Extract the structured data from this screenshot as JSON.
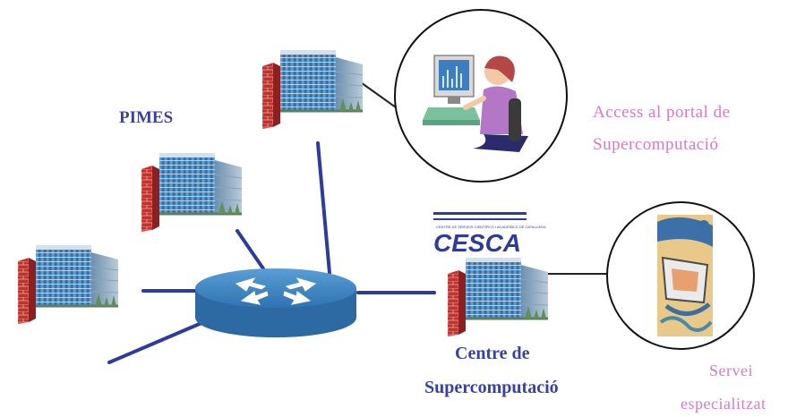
{
  "labels": {
    "pimes": "PIMES",
    "access_line1": "Access al portal de",
    "access_line2": "Supercomputació",
    "centre_line1": "Centre de",
    "centre_line2": "Supercomputació",
    "servei_line1": "Servei",
    "servei_line2": "especialitzat"
  },
  "logo": {
    "text": "CESCA",
    "small_text": "CENTRE DE SERVEIS CIENTÍFICS I ACADÈMICS DE CATALUNYA"
  },
  "colors": {
    "node_label": "#3a3fa8",
    "service_label": "#d77bbf",
    "link": "#2e3a9c",
    "router": "#3c7fb8"
  },
  "icons": [
    "office-building-icon",
    "router-icon",
    "user-at-computer-icon",
    "specialized-service-icon",
    "cesca-logo"
  ]
}
